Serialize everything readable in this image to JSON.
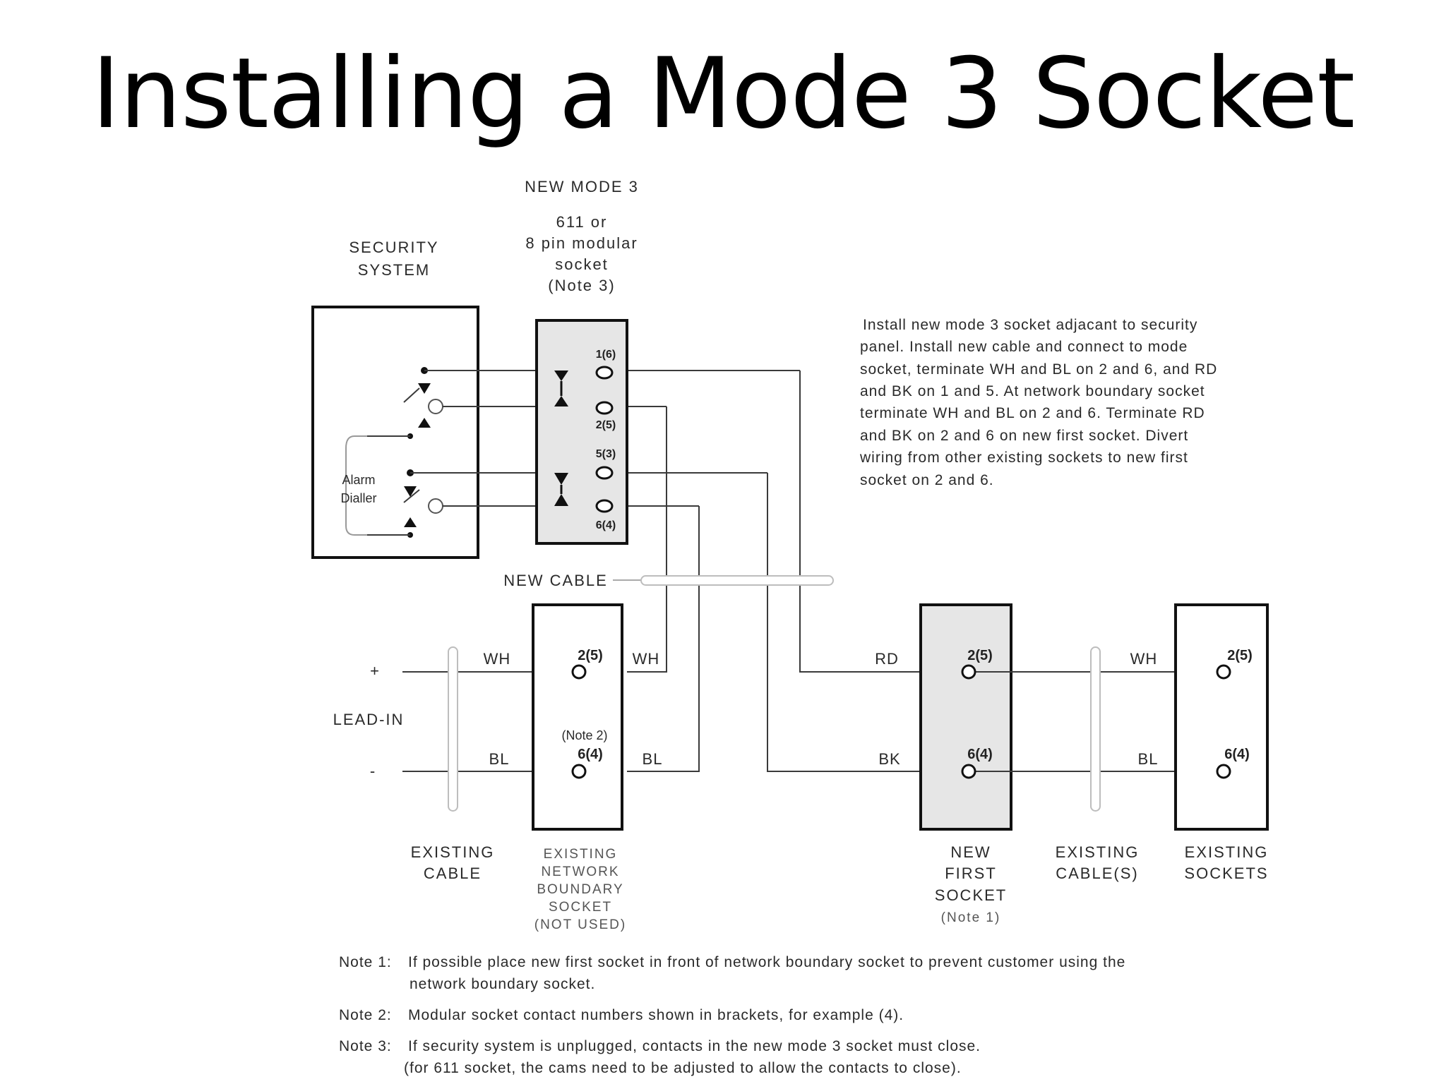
{
  "title": "Installing a Mode 3 Socket",
  "labels": {
    "new_mode3": "NEW MODE 3",
    "socket_type": [
      "611 or",
      "8 pin modular",
      "socket",
      "(Note 3)"
    ],
    "security_system": [
      "SECURITY",
      "SYSTEM"
    ],
    "alarm_dialler": [
      "Alarm",
      "Dialler"
    ],
    "new_cable": "NEW CABLE",
    "lead_in": "LEAD-IN",
    "plus": "+",
    "minus": "-",
    "existing_cable": [
      "EXISTING",
      "CABLE"
    ],
    "existing_nbs": [
      "EXISTING",
      "NETWORK",
      "BOUNDARY",
      "SOCKET",
      "(NOT USED)"
    ],
    "new_first_socket": [
      "NEW",
      "FIRST",
      "SOCKET",
      "(Note 1)"
    ],
    "existing_cables": [
      "EXISTING",
      "CABLE(S)"
    ],
    "existing_sockets": [
      "EXISTING",
      "SOCKETS"
    ],
    "note2_inline": "(Note 2)"
  },
  "mode3_pins": [
    "1(6)",
    "2(5)",
    "5(3)",
    "6(4)"
  ],
  "pins": {
    "p25": "2(5)",
    "p64": "6(4)"
  },
  "wires": {
    "wh": "WH",
    "bl": "BL",
    "rd": "RD",
    "bk": "BK"
  },
  "instructions": [
    "Install new mode 3 socket adjacant to security",
    "panel.  Install new cable and connect to mode",
    "socket, terminate WH and BL on 2 and 6, and RD",
    "and BK on 1 and 5.  At network boundary socket",
    "terminate WH and BL on 2 and 6.  Terminate RD",
    "and BK on 2 and 6 on new first socket.  Divert",
    "wiring from other existing sockets to new first",
    "socket on 2 and 6."
  ],
  "notes": [
    {
      "label": "Note 1:",
      "lines": [
        "If possible place new first socket in front of network boundary socket to prevent customer using the",
        "network boundary socket."
      ]
    },
    {
      "label": "Note 2:",
      "lines": [
        "Modular socket contact numbers shown in brackets, for example (4)."
      ]
    },
    {
      "label": "Note 3:",
      "lines": [
        "If security system is unplugged, contacts in the new mode 3 socket must close.",
        "(for 611 socket, the cams need to be adjusted to allow the contacts to close)."
      ]
    }
  ]
}
